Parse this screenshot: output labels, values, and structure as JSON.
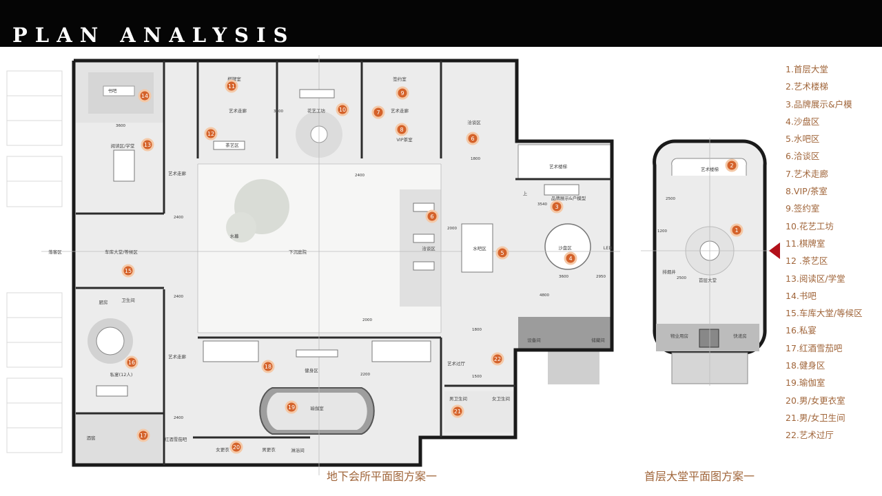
{
  "header": {
    "title": "PLAN ANALYSIS"
  },
  "legend": [
    "1.首层大堂",
    "2.艺术楼梯",
    "3.品牌展示&户模",
    "4.沙盘区",
    "5.水吧区",
    "6.洽谈区",
    "7.艺术走廊",
    "8.VIP/茶室",
    "9.签约室",
    "10.花艺工坊",
    "11.棋牌室",
    "12 .茶艺区",
    "13.阅读区/学堂",
    "14.书吧",
    "15.车库大堂/等候区",
    "16.私宴",
    "17.红酒雪茄吧",
    "18.健身区",
    "19.瑜伽室",
    "20.男/女更衣室",
    "21.男/女卫生间",
    "22.艺术过厅"
  ],
  "plans": {
    "basement": {
      "caption": "地下会所平面图方案一",
      "room_labels": {
        "shuba": "书吧",
        "qipai": "棋牌室",
        "yuedu": "阅读区/学堂",
        "yishu_zoulang_top": "艺术走廊",
        "chayi": "茶艺区",
        "huayi": "花艺工坊",
        "yishu_zoulang_mid": "艺术走廊",
        "qianyue": "签约室",
        "vip": "VIP茶室",
        "qiatan_top": "洽谈区",
        "yishu_zoulang_left": "艺术走廊",
        "shuimu": "水幕",
        "xiachen": "下沉庭院",
        "qiatan_mid": "洽谈区",
        "shuiba": "水吧区",
        "chuche": "落客区",
        "cheku": "车库大堂/等候区",
        "chufang": "厨房",
        "weisheng": "卫生间",
        "siyan": "私宴(12人)",
        "yishu_zoulang_low": "艺术走廊",
        "jiuku": "酒窖",
        "hongjiu": "红酒雪茄吧",
        "jianshen": "健身区",
        "yujia": "瑜伽室",
        "nvgengyi": "女更衣",
        "nangengyi": "男更衣",
        "lindu": "淋浴间",
        "yishu_guoting": "艺术过厅",
        "nanwei": "男卫生间",
        "nvwei": "女卫生间",
        "yishu_louti": "艺术楼梯",
        "pinpai": "品牌展示&户模型",
        "shapan": "沙盘区",
        "led": "LED",
        "shebeijian": "设备间",
        "chuwujian": "储藏间",
        "shang": "上"
      },
      "dims": [
        "3600",
        "3600",
        "1800",
        "2400",
        "2000",
        "2400",
        "2400",
        "2000",
        "3540",
        "3600",
        "2950",
        "4800",
        "1800",
        "1500",
        "2200",
        "2400"
      ]
    },
    "ground": {
      "caption": "首层大堂平面图方案一",
      "room_labels": {
        "stair": "艺术楼梯",
        "lobby": "首层大堂",
        "wuye": "物业用房",
        "kuaidi": "快递房",
        "paishui": "排烟井"
      },
      "dims": [
        "2500",
        "2500",
        "1200"
      ]
    }
  },
  "markers": {
    "basement": [
      "14",
      "11",
      "10",
      "9",
      "7",
      "8",
      "6",
      "12",
      "13",
      "3",
      "6",
      "5",
      "4",
      "15",
      "16",
      "18",
      "22",
      "19",
      "21",
      "17",
      "20"
    ],
    "ground": [
      "2",
      "1"
    ]
  },
  "colors": {
    "accent": "#a0653a",
    "marker": "#d4622a",
    "arrow": "#b2101a",
    "header_bg": "#050505"
  }
}
